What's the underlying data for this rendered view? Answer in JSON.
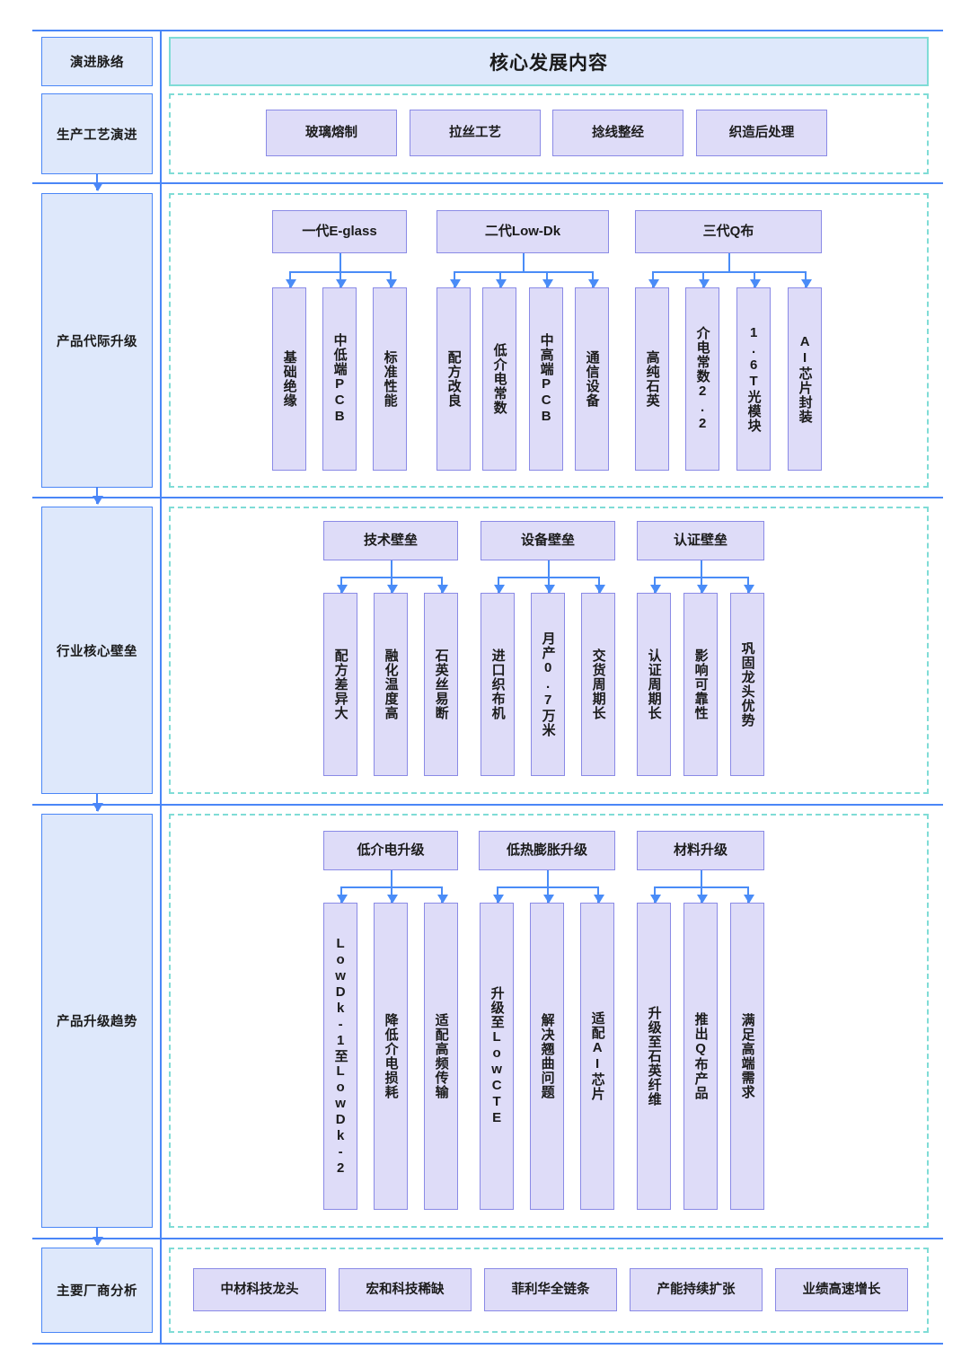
{
  "meta": {
    "colors": {
      "rule": "#4a86f7",
      "stage_fill": "#dee8fb",
      "stage_border": "#4a86f7",
      "panel_dashed_border": "#7fdcd6",
      "node_fill": "#dedcf8",
      "node_border": "#8a8ae6",
      "connector": "#4a8cf7"
    }
  },
  "stages": [
    {
      "label": "演进脉络"
    },
    {
      "label": "生产工艺演进"
    },
    {
      "label": "产品代际升级"
    },
    {
      "label": "行业核心壁垒"
    },
    {
      "label": "产品升级趋势"
    },
    {
      "label": "主要厂商分析"
    }
  ],
  "header": {
    "title": "核心发展内容"
  },
  "process_row": {
    "items": [
      {
        "label": "玻璃熔制"
      },
      {
        "label": "拉丝工艺"
      },
      {
        "label": "捻线整经"
      },
      {
        "label": "织造后处理"
      }
    ]
  },
  "generations": {
    "groups": [
      {
        "parent": "一代E-glass",
        "children": [
          {
            "label": "基础绝缘"
          },
          {
            "label": "中低端PCB"
          },
          {
            "label": "标准性能"
          }
        ]
      },
      {
        "parent": "二代Low-Dk",
        "children": [
          {
            "label": "配方改良"
          },
          {
            "label": "低介电常数"
          },
          {
            "label": "中高端PCB"
          },
          {
            "label": "通信设备"
          }
        ]
      },
      {
        "parent": "三代Q布",
        "children": [
          {
            "label": "高纯石英"
          },
          {
            "label": "介电常数2.2"
          },
          {
            "label": "1.6T光模块"
          },
          {
            "label": "AI芯片封装"
          }
        ]
      }
    ]
  },
  "barriers": {
    "groups": [
      {
        "parent": "技术壁垒",
        "children": [
          {
            "label": "配方差异大"
          },
          {
            "label": "融化温度高"
          },
          {
            "label": "石英丝易断"
          }
        ]
      },
      {
        "parent": "设备壁垒",
        "children": [
          {
            "label": "进口织布机"
          },
          {
            "label": "月产0.7万米"
          },
          {
            "label": "交货周期长"
          }
        ]
      },
      {
        "parent": "认证壁垒",
        "children": [
          {
            "label": "认证周期长"
          },
          {
            "label": "影响可靠性"
          },
          {
            "label": "巩固龙头优势"
          }
        ]
      }
    ]
  },
  "upgrades": {
    "groups": [
      {
        "parent": "低介电升级",
        "children": [
          {
            "label": "LowDk-1至LowDk-2"
          },
          {
            "label": "降低介电损耗"
          },
          {
            "label": "适配高频传输"
          }
        ]
      },
      {
        "parent": "低热膨胀升级",
        "children": [
          {
            "label": "升级至LowCTE"
          },
          {
            "label": "解决翘曲问题"
          },
          {
            "label": "适配AI芯片"
          }
        ]
      },
      {
        "parent": "材料升级",
        "children": [
          {
            "label": "升级至石英纤维"
          },
          {
            "label": "推出Q布产品"
          },
          {
            "label": "满足高端需求"
          }
        ]
      }
    ]
  },
  "vendors": {
    "items": [
      {
        "label": "中材科技龙头"
      },
      {
        "label": "宏和科技稀缺"
      },
      {
        "label": "菲利华全链条"
      },
      {
        "label": "产能持续扩张"
      },
      {
        "label": "业绩高速增长"
      }
    ]
  }
}
